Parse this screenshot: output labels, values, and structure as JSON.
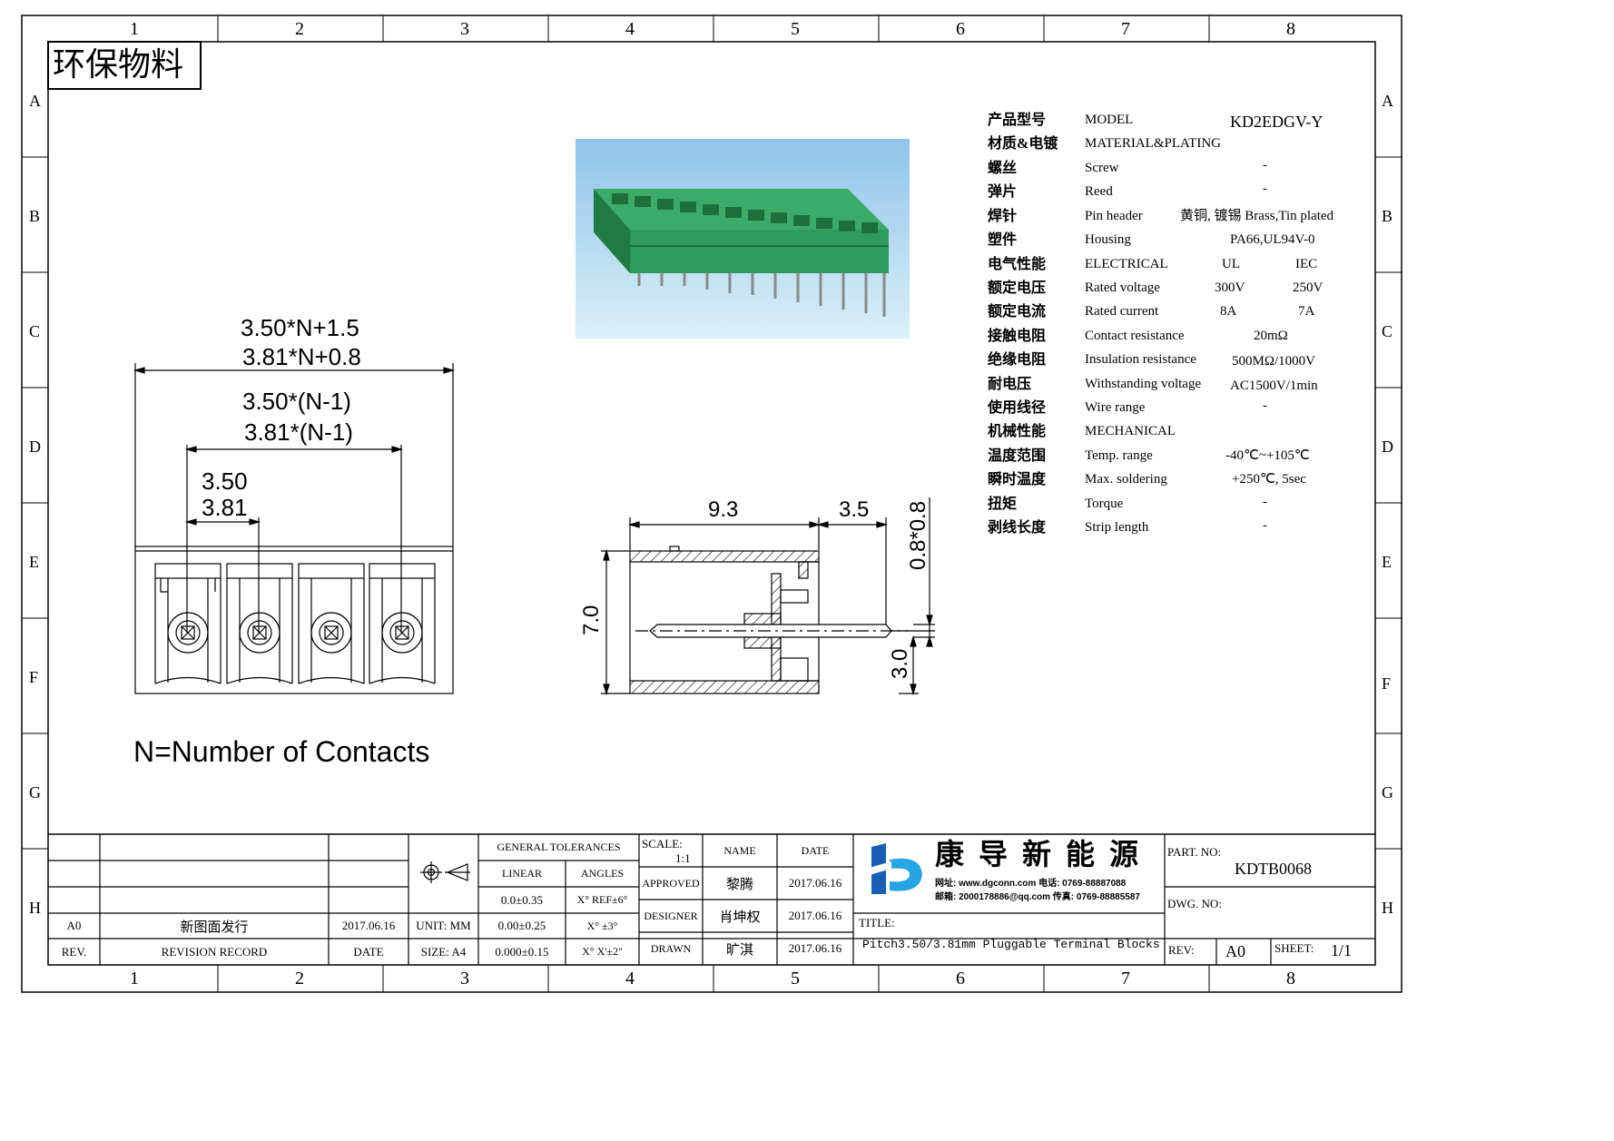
{
  "frame": {
    "columns": [
      "1",
      "2",
      "3",
      "4",
      "5",
      "6",
      "7",
      "8"
    ],
    "rows": [
      "A",
      "B",
      "C",
      "D",
      "E",
      "F",
      "G",
      "H"
    ]
  },
  "stamp": "环保物料",
  "product_photo": {
    "color": "#2f9a5a",
    "sky": "#8fc4ea"
  },
  "front_view": {
    "dim_overall_1": "3.50*N+1.5",
    "dim_overall_2": "3.81*N+0.8",
    "dim_span_1": "3.50*(N-1)",
    "dim_span_2": "3.81*(N-1)",
    "dim_pitch_1": "3.50",
    "dim_pitch_2": "3.81",
    "note": "N=Number of Contacts"
  },
  "side_view": {
    "dim_depth": "9.3",
    "dim_pin": "3.5",
    "dim_height": "7.0",
    "dim_pin_section": "0.8*0.8",
    "dim_pin_offset": "3.0"
  },
  "specs": [
    {
      "cn": "产品型号",
      "en": "MODEL",
      "v1": "KD2EDGV-Y",
      "v2": ""
    },
    {
      "cn": "材质&电镀",
      "en": "MATERIAL&PLATING",
      "v1": "",
      "v2": ""
    },
    {
      "cn": "螺丝",
      "en": "Screw",
      "v1": "-",
      "v2": ""
    },
    {
      "cn": "弹片",
      "en": "Reed",
      "v1": "-",
      "v2": ""
    },
    {
      "cn": "焊针",
      "en": "Pin header",
      "v1": "黄铜, 镀锡 Brass,Tin plated",
      "v2": ""
    },
    {
      "cn": "塑件",
      "en": "Housing",
      "v1": "PA66,UL94V-0",
      "v2": ""
    },
    {
      "cn": "电气性能",
      "en": "ELECTRICAL",
      "v1": "UL",
      "v2": "IEC"
    },
    {
      "cn": "额定电压",
      "en": "Rated voltage",
      "v1": "300V",
      "v2": "250V"
    },
    {
      "cn": "额定电流",
      "en": "Rated current",
      "v1": "8A",
      "v2": "7A"
    },
    {
      "cn": "接触电阻",
      "en": "Contact resistance",
      "v1": "20mΩ",
      "v2": ""
    },
    {
      "cn": "绝缘电阻",
      "en": "Insulation resistance",
      "v1": "500MΩ/1000V",
      "v2": ""
    },
    {
      "cn": "耐电压",
      "en": "Withstanding voltage",
      "v1": "AC1500V/1min",
      "v2": ""
    },
    {
      "cn": "使用线径",
      "en": "Wire range",
      "v1": "-",
      "v2": ""
    },
    {
      "cn": "机械性能",
      "en": "MECHANICAL",
      "v1": "",
      "v2": ""
    },
    {
      "cn": "温度范围",
      "en": "Temp. range",
      "v1": "-40℃~+105℃",
      "v2": ""
    },
    {
      "cn": "瞬时温度",
      "en": "Max. soldering",
      "v1": "+250℃, 5sec",
      "v2": ""
    },
    {
      "cn": "扭矩",
      "en": "Torque",
      "v1": "-",
      "v2": ""
    },
    {
      "cn": "剥线长度",
      "en": "Strip length",
      "v1": "-",
      "v2": ""
    }
  ],
  "title_block": {
    "rev_row": {
      "rev": "A0",
      "record": "新图面发行",
      "date": "2017.06.16"
    },
    "rev_header": {
      "rev": "REV.",
      "record": "REVISION RECORD",
      "date": "DATE"
    },
    "unit": "UNIT: MM",
    "size": "SIZE: A4",
    "general_tolerances": "GENERAL TOLERANCES",
    "linear": "LINEAR",
    "angles": "ANGLES",
    "tol_linear": [
      "0.0±0.35",
      "0.00±0.25",
      "0.000±0.15"
    ],
    "tol_angles": [
      "X° REF±6°",
      "X° ±3°",
      "X° X'±2\""
    ],
    "scale_label": "SCALE:",
    "scale_value": "1:1",
    "name_header": "NAME",
    "date_header": "DATE",
    "approved": "APPROVED",
    "approved_name": "黎腾",
    "approved_date": "2017.06.16",
    "designer": "DESIGNER",
    "designer_name": "肖坤权",
    "designer_date": "2017.06.16",
    "drawn": "DRAWN",
    "drawn_name": "旷淇",
    "drawn_date": "2017.06.16",
    "company": "康 导 新 能 源",
    "company_contact_1": "网址: www.dgconn.com  电话: 0769-88887088",
    "company_contact_2": "邮箱: 2000178886@qq.com 传真: 0769-88885587",
    "title_label": "TITLE:",
    "title": "Pitch3.50/3.81mm Pluggable Terminal Blocks",
    "part_no_label": "PART. NO:",
    "part_no": "KDTB0068",
    "dwg_no_label": "DWG. NO:",
    "rev_label": "REV:",
    "rev_value": "A0",
    "sheet_label": "SHEET:",
    "sheet_value": "1/1",
    "logo_colors": [
      "#1a5fb4",
      "#27a4e3"
    ]
  }
}
